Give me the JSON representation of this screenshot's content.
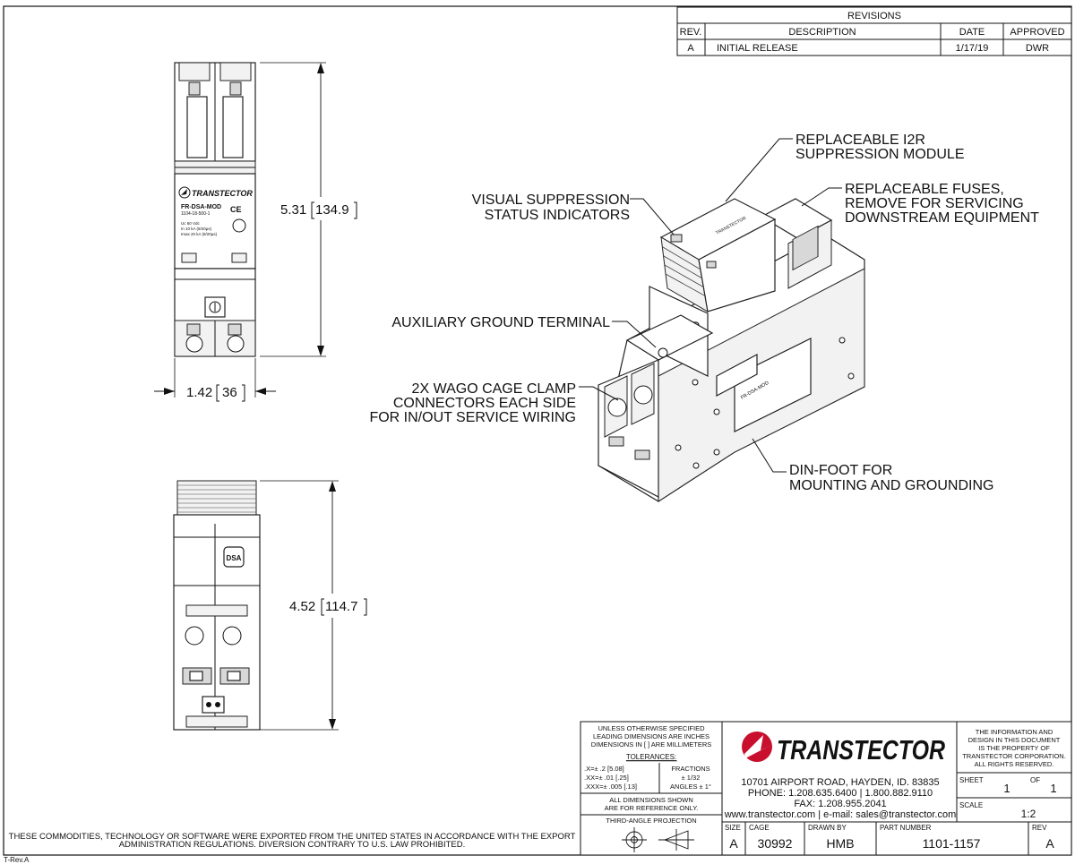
{
  "revisions": {
    "title": "REVISIONS",
    "headers": [
      "REV.",
      "DESCRIPTION",
      "DATE",
      "APPROVED"
    ],
    "rows": [
      [
        "A",
        "INITIAL RELEASE",
        "1/17/19",
        "DWR"
      ]
    ]
  },
  "dimensions": {
    "front_height": "5.31",
    "front_height_mm": "134.9",
    "front_width": "1.42",
    "front_width_mm": "36",
    "side_height": "4.52",
    "side_height_mm": "114.7"
  },
  "callouts": {
    "replaceable_module": [
      "REPLACEABLE I2R",
      "SUPPRESSION MODULE"
    ],
    "fuses": [
      "REPLACEABLE FUSES,",
      "REMOVE FOR SERVICING",
      "DOWNSTREAM EQUIPMENT"
    ],
    "indicators": [
      "VISUAL SUPPRESSION",
      "STATUS INDICATORS"
    ],
    "ground": [
      "AUXILIARY GROUND TERMINAL"
    ],
    "wago": [
      "2X WAGO CAGE CLAMP",
      "CONNECTORS EACH SIDE",
      "FOR IN/OUT SERVICE WIRING"
    ],
    "din": [
      "DIN-FOOT FOR",
      "MOUNTING AND GROUNDING"
    ]
  },
  "device_label": {
    "brand": "TRANSTECTOR",
    "model": "FR-DSA-MOD",
    "part": "1104-18-500-1",
    "ce": "CE",
    "specs": [
      "Uc   60 Vdc",
      "In    10 kA (8/20µs)",
      "Imax  20 kA (8/20µs)"
    ],
    "dsa": "DSA"
  },
  "export_notice": [
    "THESE COMMODITIES, TECHNOLOGY OR SOFTWARE WERE EXPORTED FROM THE UNITED STATES IN ACCORDANCE WITH THE EXPORT",
    "ADMINISTRATION REGULATIONS. DIVERSION CONTRARY TO U.S. LAW PROHIBITED."
  ],
  "template_rev": "T-Rev.A",
  "title_block": {
    "spec_notes": [
      "UNLESS OTHERWISE SPECIFIED",
      "LEADING DIMENSIONS ARE INCHES",
      "DIMENSIONS IN [ ] ARE MILLIMETERS"
    ],
    "tolerances_label": "TOLERANCES:",
    "tolerances": [
      ".X=± .2  [5.08]",
      ".XX=± .01  [.25]",
      ".XXX=± .005 [.13]"
    ],
    "fractions_label": "FRACTIONS",
    "fractions": "± 1/32",
    "angles": "ANGLES ± 1°",
    "reference": [
      "ALL DIMENSIONS SHOWN",
      "ARE FOR REFERENCE ONLY."
    ],
    "projection": "THIRD-ANGLE PROJECTION",
    "company": "TRANSTECTOR",
    "address": [
      "10701 AIRPORT ROAD, HAYDEN, ID. 83835",
      "PHONE:  1.208.635.6400 | 1.800.882.9110",
      "FAX:  1.208.955.2041",
      "www.transtector.com | e-mail: sales@transtector.com"
    ],
    "proprietary": [
      "THE INFORMATION AND",
      "DESIGN IN THIS DOCUMENT",
      "IS THE PROPERTY OF",
      "TRANSTECTOR CORPORATION.",
      "ALL RIGHTS RESERVED."
    ],
    "sheet_label": "SHEET",
    "sheet": "1",
    "of_label": "OF",
    "of": "1",
    "scale_label": "SCALE",
    "scale": "1:2",
    "size_label": "SIZE",
    "size": "A",
    "cage_label": "CAGE",
    "cage": "30992",
    "drawn_label": "DRAWN BY",
    "drawn": "HMB",
    "part_label": "PART NUMBER",
    "part_number": "1101-1157",
    "rev_label": "REV",
    "rev": "A"
  }
}
